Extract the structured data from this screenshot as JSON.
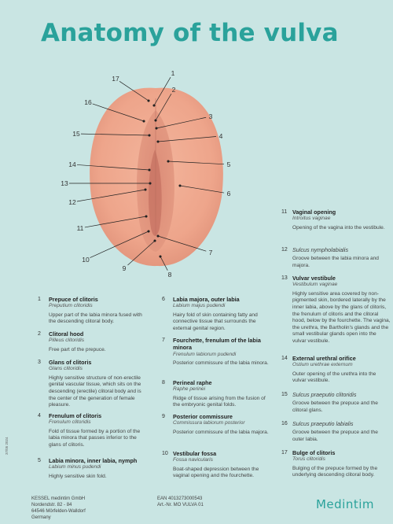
{
  "title": "Anatomy of the vulva",
  "side_code": "37/05 2024",
  "brand": "Medintim",
  "footer": {
    "company": [
      "KESSEL medintim GmbH",
      "Nordendstr. 82 - 84",
      "64546 Mörfelden-Walldorf",
      "Germany"
    ],
    "ean": "EAN 4013273000543",
    "art_no": "Art.-Nr. MO VULVA 01"
  },
  "callout_numbers": [
    "17",
    "1",
    "16",
    "2",
    "3",
    "15",
    "4",
    "14",
    "5",
    "13",
    "6",
    "12",
    "11",
    "7",
    "10",
    "9",
    "8"
  ],
  "legend": [
    {
      "n": "1",
      "title": "Prepuce of clitoris",
      "latin": "Preputium clitoridis",
      "desc": "Upper part of the labia minora fused with the descending clitoral body."
    },
    {
      "n": "2",
      "title": "Clitoral hood",
      "latin": "Pilleus clitoridis",
      "desc": "Free part of the prepuce."
    },
    {
      "n": "3",
      "title": "Glans of clitoris",
      "latin": "Glans clitoridis",
      "desc": "Highly sensitive structure of non-erectile genital vascular tissue, which sits on the descending (erectile) clitoral body and is the center of the generation of female pleasure."
    },
    {
      "n": "4",
      "title": "Frenulum of clitoris",
      "latin": "Frenulum clitoridis",
      "desc": "Fold of tissue formed by a portion of the labia minora that passes inferior to the glans of clitoris."
    },
    {
      "n": "5",
      "title": "Labia minora, inner labia, nymph",
      "latin": "Labium minus pudendi",
      "desc": "Highly sensitive skin fold."
    },
    {
      "n": "6",
      "title": "Labia majora, outer labia",
      "latin": "Labium majus pudendi",
      "desc": "Hairy fold of skin containing fatty and connective tissue that surrounds the external genital region."
    },
    {
      "n": "7",
      "title": "Fourchette, frenulum of the labia minora",
      "latin": "Frenulum labiorum pudendi",
      "desc": "Posterior commissure of the labia minora."
    },
    {
      "n": "8",
      "title": "Perineal raphe",
      "latin": "Raphe perinei",
      "desc": "Ridge of tissue arising from the fusion of the embryonic genital folds."
    },
    {
      "n": "9",
      "title": "Posterior commissure",
      "latin": "Commissura labiorum posterior",
      "desc": "Posterior commissure of the labia majora."
    },
    {
      "n": "10",
      "title": "Vestibular fossa",
      "latin": "Fossa navicularis",
      "desc": "Boat-shaped depression between the vaginal opening and the fourchette."
    },
    {
      "n": "11",
      "title": "Vaginal opening",
      "latin": "Introitus vaginae",
      "desc": "Opening of the vagina into the vestibule."
    },
    {
      "n": "12",
      "title": "Sulcus nympholabialis",
      "latin": "",
      "desc": "Groove between the labia minora and majora."
    },
    {
      "n": "13",
      "title": "Vulvar vestibule",
      "latin": "Vestibulum vaginae",
      "desc": "Highly sensitive area covered by non-pigmented skin, bordered laterally by the inner labia, above by the glans of clitoris, the frenulum of clitoris and the clitoral hood, below by the fourchette. The vagina, the urethra, the Bartholin's glands and the small vestibular glands open into the vulvar vestibule."
    },
    {
      "n": "14",
      "title": "External urethral orifice",
      "latin": "Ostium urethrae externum",
      "desc": "Outer opening of the urethra into the vulvar vestibule."
    },
    {
      "n": "15",
      "title": "Sulcus praeputio clitoridis",
      "latin": "",
      "desc": "Groove between the prepuce and the clitoral glans."
    },
    {
      "n": "16",
      "title": "Sulcus praeputio labialis",
      "latin": "",
      "desc": "Groove between the prepuce and the outer labia."
    },
    {
      "n": "17",
      "title": "Bulge of clitoris",
      "latin": "Torus clitoridis",
      "desc": "Bulging of the prepuce formed by the underlying descending clitoral body."
    }
  ]
}
